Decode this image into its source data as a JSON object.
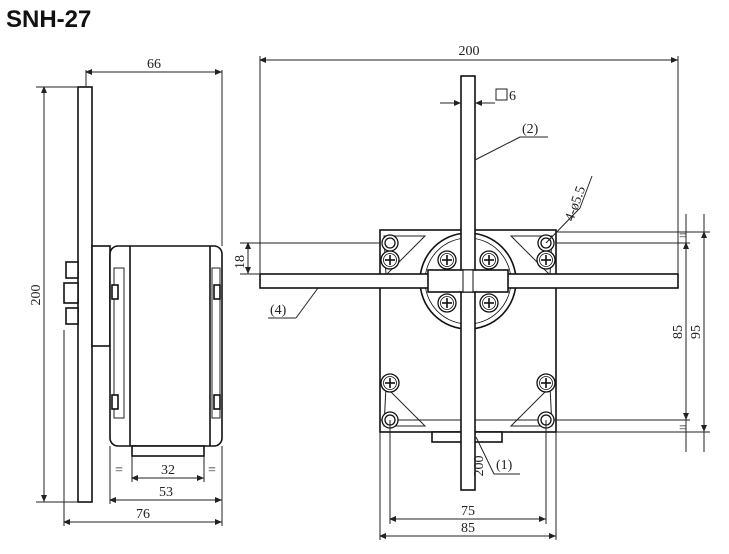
{
  "title": "SNH-27",
  "side_view": {
    "dim_top": "66",
    "dim_height": "200",
    "dim_32": "32",
    "dim_53": "53",
    "dim_76": "76"
  },
  "front_view": {
    "dim_width": "200",
    "dim_height": "200",
    "dim_square": "6",
    "dim_holes": "4-ø5.5",
    "dim_18": "18",
    "dim_85v": "85",
    "dim_95v": "95",
    "dim_75": "75",
    "dim_85h": "85",
    "label_1": "(1)",
    "label_2": "(2)",
    "label_4": "(4)"
  },
  "colors": {
    "line": "#222222",
    "background": "#ffffff"
  }
}
